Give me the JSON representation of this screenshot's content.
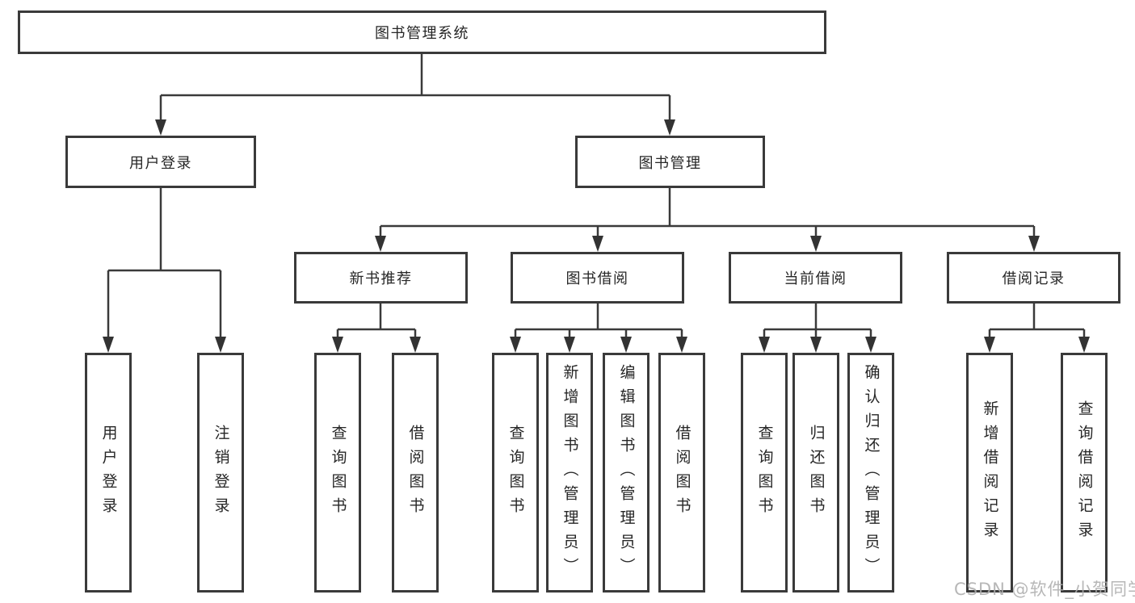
{
  "tree": {
    "label": "图书管理系统",
    "children": [
      {
        "label": "用户登录",
        "children": [
          {
            "label": "用户登录"
          },
          {
            "label": "注销登录"
          }
        ]
      },
      {
        "label": "图书管理",
        "children": [
          {
            "label": "新书推荐",
            "children": [
              {
                "label": "查询图书"
              },
              {
                "label": "借阅图书"
              }
            ]
          },
          {
            "label": "图书借阅",
            "children": [
              {
                "label": "查询图书"
              },
              {
                "label": "新增图书（管理员）"
              },
              {
                "label": "编辑图书（管理员）"
              },
              {
                "label": "借阅图书"
              }
            ]
          },
          {
            "label": "当前借阅",
            "children": [
              {
                "label": "查询图书"
              },
              {
                "label": "归还图书"
              },
              {
                "label": "确认归还（管理员）"
              }
            ]
          },
          {
            "label": "借阅记录",
            "children": [
              {
                "label": "新增借阅记录"
              },
              {
                "label": "查询借阅记录"
              }
            ]
          }
        ]
      }
    ]
  },
  "watermark": {
    "text": "CSDN @软件_小贺同学"
  },
  "colors": {
    "line": "#3a3a3a",
    "box_border": "#3a3a3a",
    "box_background": "#ffffff",
    "text": "#262626",
    "watermark": "#adadad",
    "page_background": "#ffffff"
  }
}
